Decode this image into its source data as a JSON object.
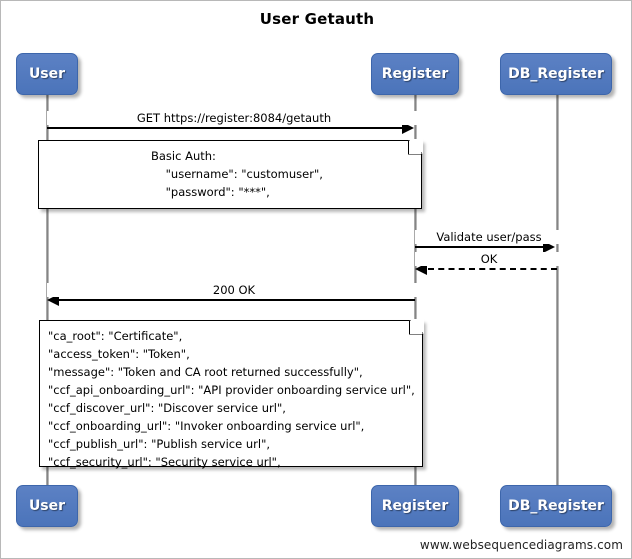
{
  "diagram": {
    "title": "User Getauth",
    "footer": "www.websequencediagrams.com",
    "accent_color": "#5279bf",
    "line_color": "#000000"
  },
  "participants": [
    {
      "id": "user",
      "label": "User"
    },
    {
      "id": "register",
      "label": "Register"
    },
    {
      "id": "db_register",
      "label": "DB_Register"
    }
  ],
  "participants_bottom": [
    {
      "id": "user",
      "label": "User"
    },
    {
      "id": "register",
      "label": "Register"
    },
    {
      "id": "db_register",
      "label": "DB_Register"
    }
  ],
  "messages": [
    {
      "id": "m1",
      "label": "GET https://register:8084/getauth",
      "from": "User",
      "to": "Register",
      "direction": "right",
      "style": "solid"
    },
    {
      "id": "m2",
      "label": "Validate user/pass",
      "from": "Register",
      "to": "DB_Register",
      "direction": "right",
      "style": "solid"
    },
    {
      "id": "m3",
      "label": "OK",
      "from": "DB_Register",
      "to": "Register",
      "direction": "left",
      "style": "dashed"
    },
    {
      "id": "m4",
      "label": "200 OK",
      "from": "Register",
      "to": "User",
      "direction": "left",
      "style": "solid"
    }
  ],
  "notes": [
    {
      "id": "note-request",
      "lines": [
        "Basic Auth:",
        "    \"username\": \"customuser\",",
        "    \"password\": \"***\","
      ]
    },
    {
      "id": "note-response",
      "lines": [
        "\"ca_root\": \"Certificate\",",
        "\"access_token\": \"Token\",",
        "\"message\": \"Token and CA root returned successfully\",",
        "\"ccf_api_onboarding_url\": \"API provider onboarding service url\",",
        "\"ccf_discover_url\": \"Discover service url\",",
        "\"ccf_onboarding_url\": \"Invoker onboarding service url\",",
        "\"ccf_publish_url\": \"Publish service url\",",
        "\"ccf_security_url\": \"Security service url\","
      ]
    }
  ]
}
